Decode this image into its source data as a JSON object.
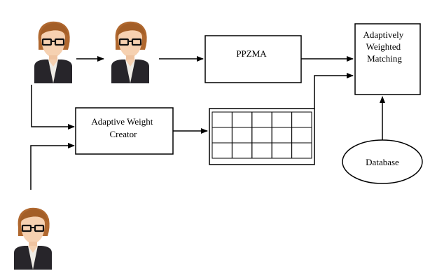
{
  "nodes": {
    "ppzma": {
      "label": "PPZMA"
    },
    "weighted_matching": {
      "lines": [
        "Adaptively",
        "Weighted",
        "Matching"
      ]
    },
    "weight_creator": {
      "lines": [
        "Adaptive Weight",
        "Creator"
      ]
    },
    "database": {
      "label": "Database"
    },
    "weight_table": {
      "rows": 3,
      "cols": 5
    }
  },
  "colors": {
    "line": "#000000",
    "skin": "#f6d1b1",
    "hair": "#b0682f",
    "jacket": "#27252a",
    "shirt": "#efece6",
    "glasses": "#111111"
  }
}
